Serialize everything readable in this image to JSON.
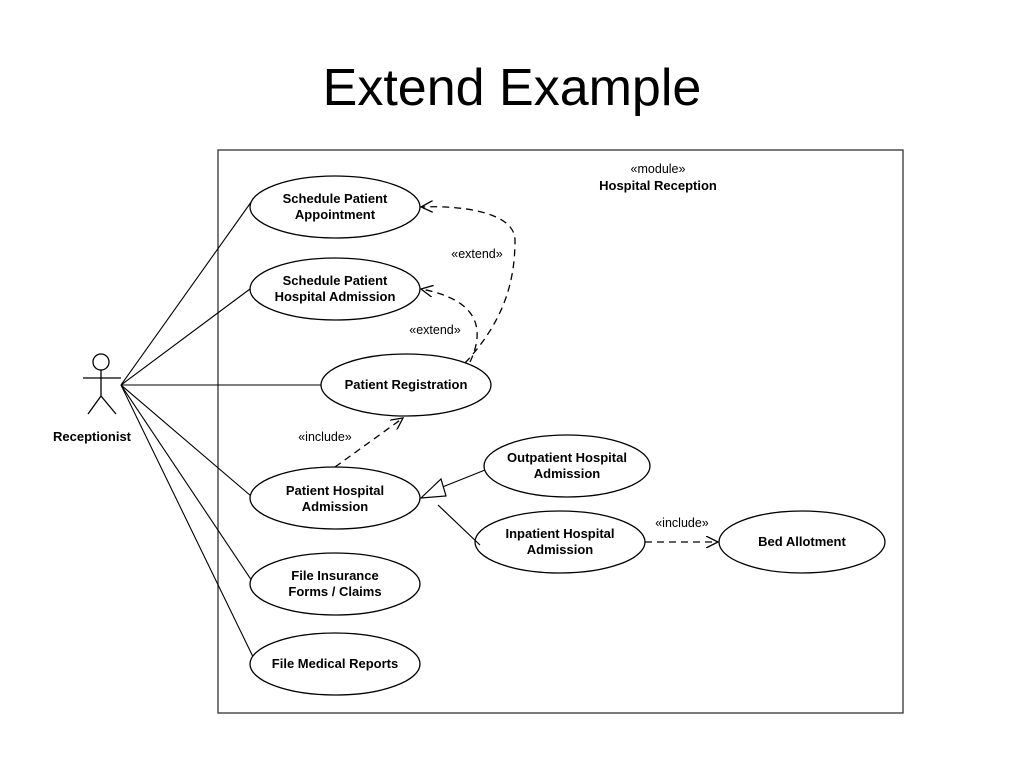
{
  "title": "Extend Example",
  "module": {
    "stereotype": "«module»",
    "name": "Hospital Reception"
  },
  "actor": {
    "name": "Receptionist",
    "icon": "stick-figure-icon"
  },
  "use_cases": {
    "schedule_appointment": [
      "Schedule Patient",
      "Appointment"
    ],
    "schedule_admission": [
      "Schedule Patient",
      "Hospital Admission"
    ],
    "patient_registration": [
      "Patient Registration"
    ],
    "patient_admission": [
      "Patient Hospital",
      "Admission"
    ],
    "file_insurance": [
      "File Insurance",
      "Forms / Claims"
    ],
    "file_medical": [
      "File Medical Reports"
    ],
    "outpatient_admission": [
      "Outpatient Hospital",
      "Admission"
    ],
    "inpatient_admission": [
      "Inpatient Hospital",
      "Admission"
    ],
    "bed_allotment": [
      "Bed Allotment"
    ]
  },
  "relations": {
    "extend_appointment": "«extend»",
    "extend_admission": "«extend»",
    "include_registration": "«include»",
    "include_bed": "«include»"
  }
}
